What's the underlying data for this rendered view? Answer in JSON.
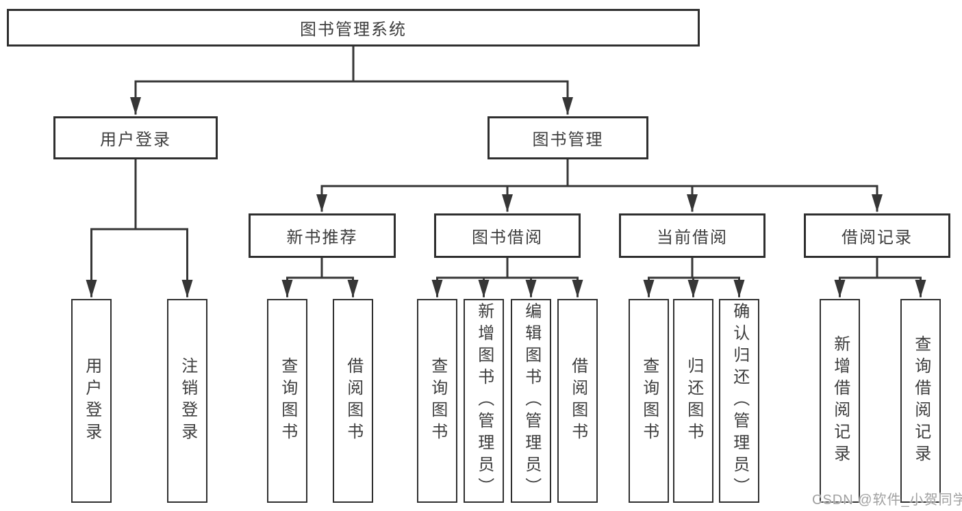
{
  "diagram": {
    "title": "图书管理系统",
    "root": {
      "label": "图书管理系统"
    },
    "level2": {
      "user_login": {
        "label": "用户登录"
      },
      "book_mgmt": {
        "label": "图书管理"
      }
    },
    "level3": {
      "new_book_rec": {
        "label": "新书推荐",
        "parent": "图书管理"
      },
      "book_borrow": {
        "label": "图书借阅",
        "parent": "图书管理"
      },
      "current_borrow": {
        "label": "当前借阅",
        "parent": "图书管理"
      },
      "borrow_record": {
        "label": "借阅记录",
        "parent": "图书管理"
      }
    },
    "leaves": {
      "user_login_action": {
        "label": "用户登录",
        "parent": "用户登录"
      },
      "user_logout": {
        "label": "注销登录",
        "parent": "用户登录"
      },
      "rec_query_book": {
        "label": "查询图书",
        "parent": "新书推荐"
      },
      "rec_borrow_book": {
        "label": "借阅图书",
        "parent": "新书推荐"
      },
      "bb_query_book": {
        "label": "查询图书",
        "parent": "图书借阅"
      },
      "bb_add_book": {
        "label": "新增图书（管理员）",
        "parent": "图书借阅"
      },
      "bb_edit_book": {
        "label": "编辑图书（管理员）",
        "parent": "图书借阅"
      },
      "bb_borrow_book": {
        "label": "借阅图书",
        "parent": "图书借阅"
      },
      "cb_query_book": {
        "label": "查询图书",
        "parent": "当前借阅"
      },
      "cb_return_book": {
        "label": "归还图书",
        "parent": "当前借阅"
      },
      "cb_confirm_return": {
        "label": "确认归还（管理员）",
        "parent": "当前借阅"
      },
      "br_add_record": {
        "label": "新增借阅记录",
        "parent": "借阅记录"
      },
      "br_query_record": {
        "label": "查询借阅记录",
        "parent": "借阅记录"
      }
    },
    "colors": {
      "line": "#363636",
      "border": "#2f2f2f",
      "text": "#3d3d3d",
      "background": "#ffffff",
      "watermark": "#a0a0a0"
    }
  },
  "watermark": {
    "text": "CSDN @软件_小贺同学"
  }
}
